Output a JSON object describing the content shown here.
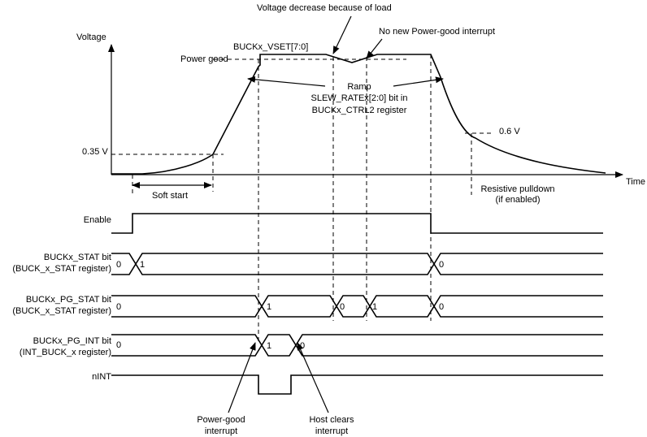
{
  "axis": {
    "voltage_label": "Voltage",
    "time_label": "Time"
  },
  "levels": {
    "power_good": "Power good",
    "v035": "0.35 V",
    "v06": "0.6 V"
  },
  "annotations": {
    "vset": "BUCKx_VSET[7:0]",
    "voltage_decrease": "Voltage decrease because of load",
    "no_new_pg": "No new Power-good interrupt",
    "ramp": [
      "Ramp",
      "SLEW_RATEx[2:0] bit in",
      "BUCKx_CTRL2 register"
    ],
    "soft_start": "Soft start",
    "pulldown": [
      "Resistive pulldown",
      "(if enabled)"
    ],
    "pg_interrupt": [
      "Power-good",
      "interrupt"
    ],
    "host_clears": [
      "Host clears",
      "interrupt"
    ]
  },
  "signals": {
    "enable": {
      "label": [
        "Enable"
      ]
    },
    "buck_stat": {
      "label": [
        "BUCKx_STAT bit",
        "(BUCK_x_STAT register)"
      ],
      "values": [
        "0",
        "1",
        "0"
      ]
    },
    "buck_pg_stat": {
      "label": [
        "BUCKx_PG_STAT bit",
        "(BUCK_x_STAT register)"
      ],
      "values": [
        "0",
        "1",
        "0",
        "1",
        "0"
      ]
    },
    "buck_pg_int": {
      "label": [
        "BUCKx_PG_INT bit",
        "(INT_BUCK_x register)"
      ],
      "values": [
        "0",
        "1",
        "0"
      ]
    },
    "nint": {
      "label": [
        "nINT"
      ]
    }
  }
}
